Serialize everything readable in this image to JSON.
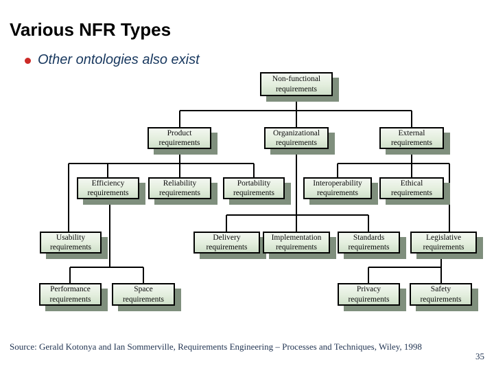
{
  "slide": {
    "title": "Various NFR Types",
    "bullet": "Other ontologies also exist",
    "source": "Source: Gerald Kotonya and Ian Sommerville, Requirements Engineering – Processes and Techniques, Wiley, 1998",
    "page_number": "35"
  },
  "colors": {
    "background": "#ffffff",
    "title_text": "#000000",
    "bullet_dot": "#cc2a27",
    "bullet_text": "#17375e",
    "box_fill_top": "#f3f7f1",
    "box_fill_bottom": "#cfe0ca",
    "box_border": "#000000",
    "box_shadow": "#7f8f7d",
    "connector": "#000000",
    "footer_text": "#1f3250"
  },
  "diagram": {
    "type": "tree",
    "nodes": {
      "nonfunctional": {
        "label": "Non-functional requirements"
      },
      "product": {
        "label": "Product requirements"
      },
      "organizational": {
        "label": "Organizational requirements"
      },
      "external": {
        "label": "External requirements"
      },
      "efficiency": {
        "label": "Efficiency requirements"
      },
      "reliability": {
        "label": "Reliability requirements"
      },
      "portability": {
        "label": "Portability requirements"
      },
      "interoperability": {
        "label": "Interoperability requirements"
      },
      "ethical": {
        "label": "Ethical requirements"
      },
      "usability": {
        "label": "Usability requirements"
      },
      "delivery": {
        "label": "Delivery requirements"
      },
      "implementation": {
        "label": "Implementation requirements"
      },
      "standards": {
        "label": "Standards requirements"
      },
      "legislative": {
        "label": "Legislative requirements"
      },
      "performance": {
        "label": "Performance requirements"
      },
      "space": {
        "label": "Space requirements"
      },
      "privacy": {
        "label": "Privacy requirements"
      },
      "safety": {
        "label": "Safety requirements"
      }
    },
    "edges": [
      [
        "nonfunctional",
        "product"
      ],
      [
        "nonfunctional",
        "organizational"
      ],
      [
        "nonfunctional",
        "external"
      ],
      [
        "product",
        "usability"
      ],
      [
        "product",
        "efficiency"
      ],
      [
        "product",
        "reliability"
      ],
      [
        "product",
        "portability"
      ],
      [
        "efficiency",
        "performance"
      ],
      [
        "efficiency",
        "space"
      ],
      [
        "organizational",
        "delivery"
      ],
      [
        "organizational",
        "implementation"
      ],
      [
        "organizational",
        "standards"
      ],
      [
        "external",
        "interoperability"
      ],
      [
        "external",
        "ethical"
      ],
      [
        "external",
        "legislative"
      ],
      [
        "legislative",
        "privacy"
      ],
      [
        "legislative",
        "safety"
      ]
    ]
  }
}
